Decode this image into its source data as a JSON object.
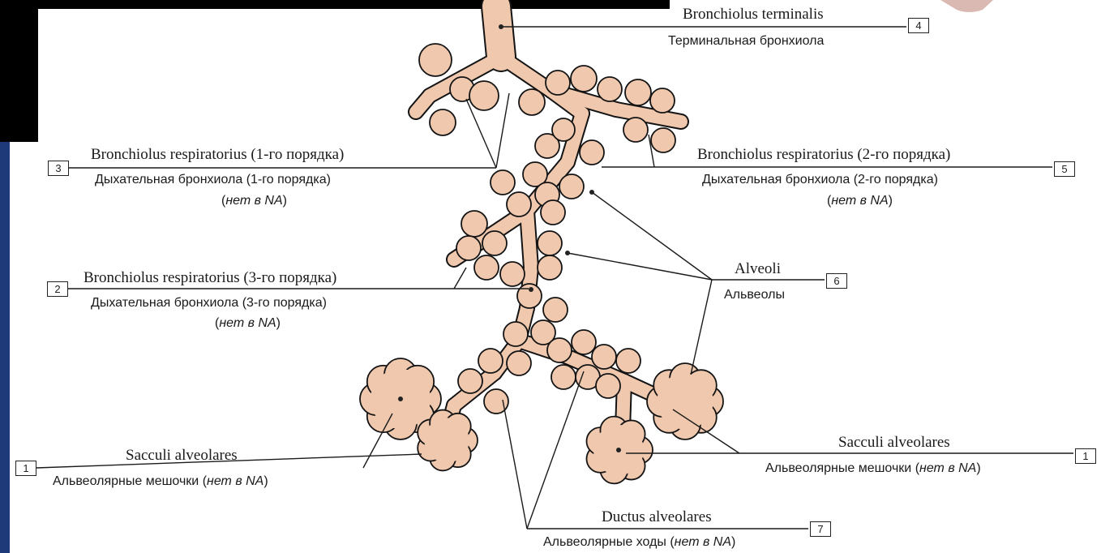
{
  "colors": {
    "tissue": "#EFC8AE",
    "outline": "#141414",
    "leader": "#1a1a1a",
    "frame_black": "#000000",
    "frame_blue": "#1f3a78"
  },
  "labels": {
    "terminal": {
      "num": "4",
      "latin": "Bronchiolus terminalis",
      "russian": "Терминальная бронхиола"
    },
    "resp1": {
      "num": "3",
      "latin": "Bronchiolus respiratorius (1-го порядка)",
      "russian": "Дыхательная бронхиола (1-го порядка)",
      "note_prefix": "нет в ",
      "note_abbr": "NA"
    },
    "resp2": {
      "num": "5",
      "latin": "Bronchiolus respiratorius (2-го порядка)",
      "russian": "Дыхательная бронхиола (2-го порядка)",
      "note_prefix": "нет в ",
      "note_abbr": "NA"
    },
    "resp3": {
      "num": "2",
      "latin": "Bronchiolus respiratorius (3-го порядка)",
      "russian": "Дыхательная бронхиола (3-го порядка)",
      "note_prefix": "нет в ",
      "note_abbr": "NA"
    },
    "alveoli": {
      "num": "6",
      "latin": "Alveoli",
      "russian": "Альвеолы"
    },
    "sacculi_left": {
      "num": "1",
      "latin": "Sacculi alveolares",
      "russian": "Альвеолярные мешочки ",
      "note": "нет в NA"
    },
    "sacculi_right": {
      "num": "1",
      "latin": "Sacculi alveolares",
      "russian": "Альвеолярные мешочки ",
      "note": "нет в NA"
    },
    "ductus": {
      "num": "7",
      "latin": "Ductus alveolares",
      "russian": "Альвеолярные ходы ",
      "note": "нет в NA"
    }
  }
}
